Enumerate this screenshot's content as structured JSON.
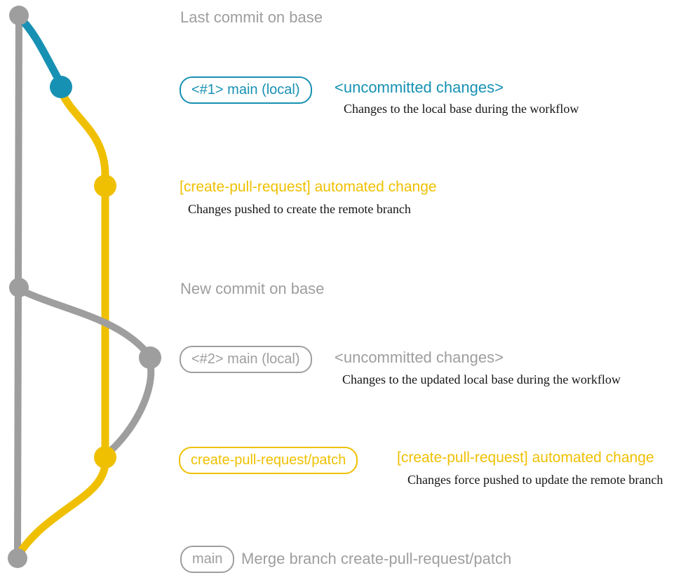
{
  "colors": {
    "teal": "#1791b3",
    "yellow": "#efc002",
    "gray": "#9e9e9e",
    "desc": "#141414"
  },
  "graph": {
    "branches": [
      {
        "name": "base",
        "color_key": "gray"
      },
      {
        "name": "main (local)",
        "color_key": "teal"
      },
      {
        "name": "create-pull-request/patch",
        "color_key": "yellow"
      }
    ],
    "nodes": [
      {
        "id": "last-commit-on-base",
        "color_key": "gray"
      },
      {
        "id": "local-uncommitted-1",
        "color_key": "teal"
      },
      {
        "id": "automated-change-1",
        "color_key": "yellow"
      },
      {
        "id": "new-commit-on-base",
        "color_key": "gray"
      },
      {
        "id": "local-uncommitted-2",
        "color_key": "gray"
      },
      {
        "id": "automated-change-2",
        "color_key": "yellow"
      },
      {
        "id": "merge-commit",
        "color_key": "gray"
      }
    ]
  },
  "annotations": {
    "last_commit": "Last commit on base",
    "branch1": {
      "badge": "<#1> main (local)",
      "status": "<uncommitted changes>",
      "desc": "Changes to the local base during the workflow"
    },
    "push1": {
      "heading": "[create-pull-request] automated change",
      "desc": "Changes pushed to create the remote branch"
    },
    "new_commit": "New commit on base",
    "branch2": {
      "badge": "<#2> main (local)",
      "status": "<uncommitted changes>",
      "desc": "Changes to the updated local base during the workflow"
    },
    "push2": {
      "badge": "create-pull-request/patch",
      "heading": "[create-pull-request] automated change",
      "desc": "Changes force pushed to update the remote branch"
    },
    "merge": {
      "badge": "main",
      "text": "Merge branch create-pull-request/patch"
    }
  }
}
